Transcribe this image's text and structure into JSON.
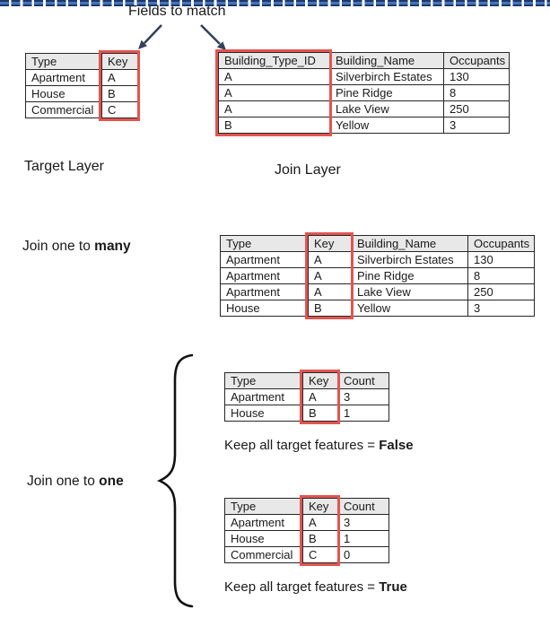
{
  "title": "Fields to match",
  "labels": {
    "target_layer": "Target Layer",
    "join_layer": "Join Layer",
    "join_many_prefix": "Join one to ",
    "join_many_bold": "many",
    "join_one_prefix": "Join one to ",
    "join_one_bold": "one",
    "keep_false_prefix": "Keep all target features = ",
    "keep_false_bold": "False",
    "keep_true_prefix": "Keep all target features = ",
    "keep_true_bold": "True"
  },
  "colors": {
    "highlight_red": "#e25551",
    "arrow_navy": "#33425b",
    "divider_dark": "#1f3864",
    "divider_blue": "#4472c4",
    "header_gray": "#e9e8e8",
    "brace_black": "#111111"
  },
  "icons": {
    "arrow_left": "down-left-arrow",
    "arrow_right": "down-right-arrow",
    "brace": "left-curly-brace",
    "divider": "dashed-divider"
  },
  "tables": {
    "target": {
      "headers": [
        "Type",
        "Key"
      ],
      "rows": [
        [
          "Apartment",
          "A"
        ],
        [
          "House",
          "B"
        ],
        [
          "Commercial",
          "C"
        ]
      ],
      "highlight_col": 1
    },
    "join": {
      "headers": [
        "Building_Type_ID",
        "Building_Name",
        "Occupants"
      ],
      "rows": [
        [
          "A",
          "Silverbirch Estates",
          "130"
        ],
        [
          "A",
          "Pine Ridge",
          "8"
        ],
        [
          "A",
          "Lake View",
          "250"
        ],
        [
          "B",
          "Yellow",
          "3"
        ]
      ],
      "highlight_col": 0
    },
    "one_to_many": {
      "headers": [
        "Type",
        "Key",
        "Building_Name",
        "Occupants"
      ],
      "rows": [
        [
          "Apartment",
          "A",
          "Silverbirch Estates",
          "130"
        ],
        [
          "Apartment",
          "A",
          "Pine Ridge",
          "8"
        ],
        [
          "Apartment",
          "A",
          "Lake View",
          "250"
        ],
        [
          "House",
          "B",
          "Yellow",
          "3"
        ]
      ],
      "highlight_col": 1
    },
    "count_false": {
      "headers": [
        "Type",
        "Key",
        "Count"
      ],
      "rows": [
        [
          "Apartment",
          "A",
          "3"
        ],
        [
          "House",
          "B",
          "1"
        ]
      ],
      "highlight_col": 1
    },
    "count_true": {
      "headers": [
        "Type",
        "Key",
        "Count"
      ],
      "rows": [
        [
          "Apartment",
          "A",
          "3"
        ],
        [
          "House",
          "B",
          "1"
        ],
        [
          "Commercial",
          "C",
          "0"
        ]
      ],
      "highlight_col": 1
    }
  }
}
